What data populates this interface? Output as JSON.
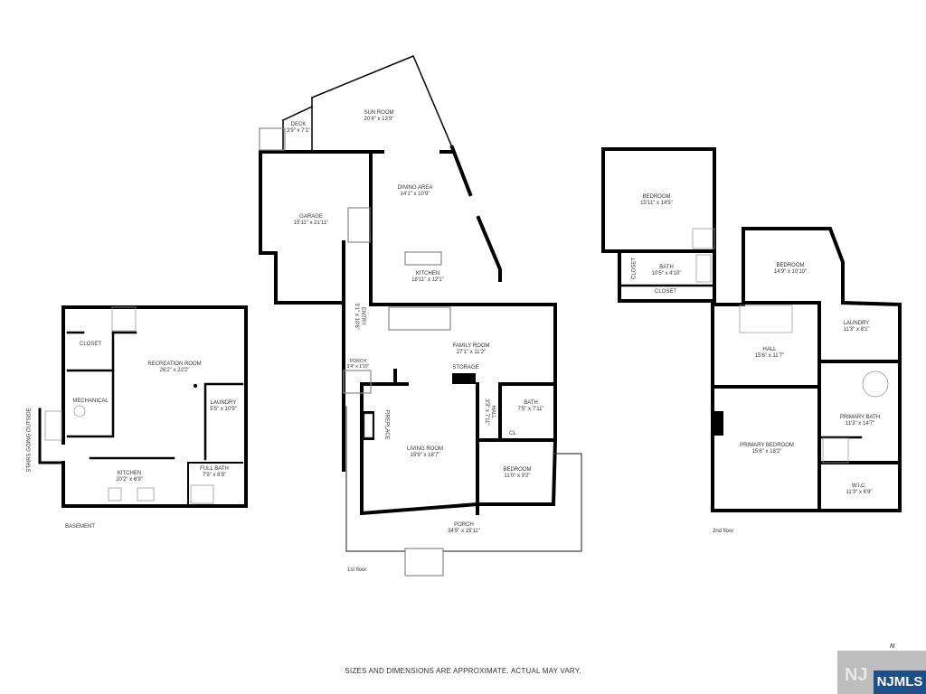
{
  "floors": {
    "basement": {
      "label": "BASEMENT",
      "rooms": [
        {
          "name": "CLOSET",
          "dims": ""
        },
        {
          "name": "RECREATION ROOM",
          "dims": "26'2\" x 22'2\""
        },
        {
          "name": "MECHANICAL",
          "dims": ""
        },
        {
          "name": "LAUNDRY",
          "dims": "5'5\" x 10'9\""
        },
        {
          "name": "KITCHEN",
          "dims": "20'2\" x 6'9\""
        },
        {
          "name": "FULL BATH",
          "dims": "7'9\" x 6'5\""
        }
      ],
      "stairs_label": "STAIRS GOING OUTSIDE"
    },
    "first": {
      "label": "1st floor",
      "rooms": [
        {
          "name": "SUN ROOM",
          "dims": "20'4\" x 13'9\""
        },
        {
          "name": "DECK",
          "dims": "3'9\" x 7'1\""
        },
        {
          "name": "GARAGE",
          "dims": "15'11\" x 21'11\""
        },
        {
          "name": "DINING AREA",
          "dims": "14'1\" x 10'9\""
        },
        {
          "name": "KITCHEN",
          "dims": "18'11\" x 12'1\""
        },
        {
          "name": "ENTRY",
          "dims": "3'1\" x 10'6\""
        },
        {
          "name": "PORCH",
          "dims": "3'4\" x 1'10\""
        },
        {
          "name": "FAMILY ROOM",
          "dims": "27'1\" x 11'2\""
        },
        {
          "name": "STORAGE",
          "dims": ""
        },
        {
          "name": "HALL",
          "dims": "3'3\" x 7'11\""
        },
        {
          "name": "BATH",
          "dims": "7'5\" x 7'11\""
        },
        {
          "name": "CL",
          "dims": ""
        },
        {
          "name": "FIREPLACE",
          "dims": ""
        },
        {
          "name": "LIVING ROOM",
          "dims": "15'9\" x 18'7\""
        },
        {
          "name": "BEDROOM",
          "dims": "11'0\" x 9'2\""
        },
        {
          "name": "PORCH",
          "dims": "34'5\" x 15'11\""
        }
      ]
    },
    "second": {
      "label": "2nd floor",
      "rooms": [
        {
          "name": "BEDROOM",
          "dims": "15'11\" x 14'5\""
        },
        {
          "name": "CLOSET",
          "dims": ""
        },
        {
          "name": "BATH",
          "dims": "10'5\" x 4'10\""
        },
        {
          "name": "CLOSET",
          "dims": ""
        },
        {
          "name": "BEDROOM",
          "dims": "14'9\" x 10'10\""
        },
        {
          "name": "HALL",
          "dims": "15'6\" x 11'7\""
        },
        {
          "name": "LAUNDRY",
          "dims": "11'3\" x 8'1\""
        },
        {
          "name": "PRIMARY BATH",
          "dims": "11'3\" x 14'7\""
        },
        {
          "name": "PRIMARY BEDROOM",
          "dims": "15'6\" x 18'2\""
        },
        {
          "name": "W.I.C.",
          "dims": "11'3\" x 6'9\""
        }
      ]
    }
  },
  "disclaimer": "SIZES AND DIMENSIONS ARE APPROXIMATE. ACTUAL MAY VARY.",
  "compass": "N",
  "logo": {
    "text": "NJMLS",
    "color": "#1d4f86"
  }
}
